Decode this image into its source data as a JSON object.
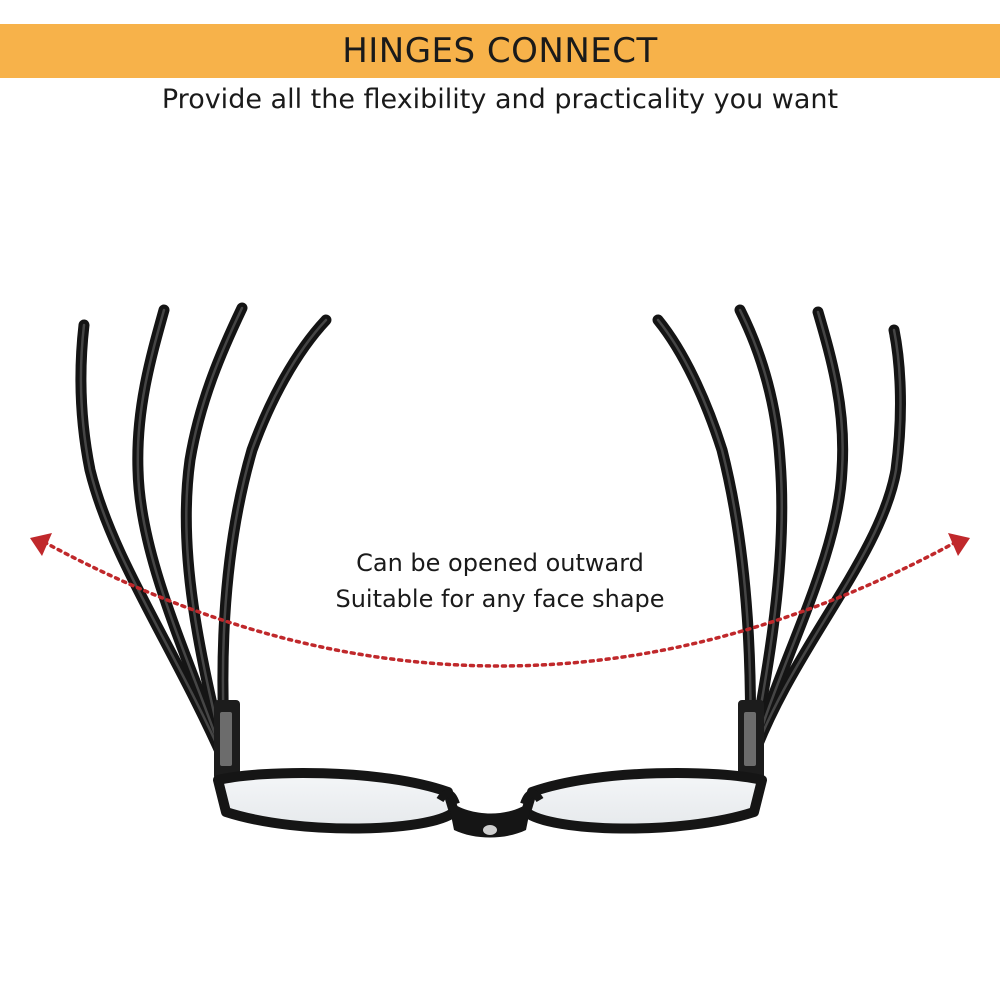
{
  "header": {
    "title": "HINGES CONNECT",
    "subtitle": "Provide all the flexibility and practicality you want"
  },
  "caption": {
    "line1": "Can be opened outward",
    "line2": "Suitable for any face shape"
  },
  "icons": [
    "glasses-frame-icon",
    "outward-arrow-icon"
  ],
  "colors": {
    "banner": "#f7b24a",
    "arrow": "#c0282b",
    "frame": "#161616",
    "text": "#1a1a1a"
  }
}
